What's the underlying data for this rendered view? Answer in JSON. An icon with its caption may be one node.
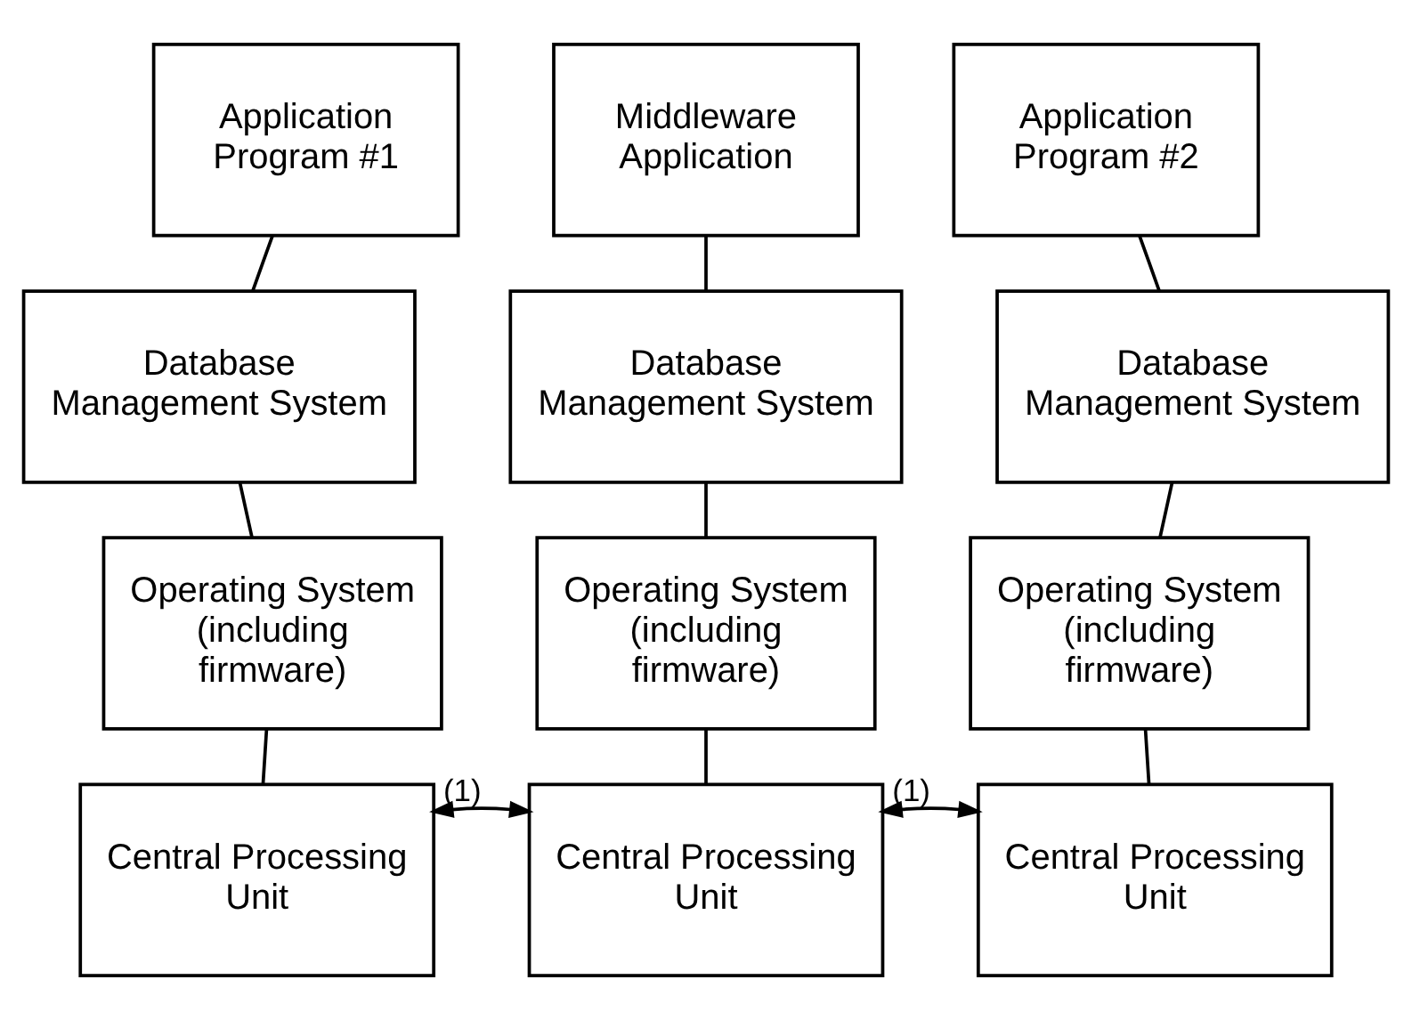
{
  "diagram": {
    "nodes": [
      {
        "text": [
          "Application Program #1"
        ]
      },
      {
        "text": [
          "Middleware Application"
        ]
      },
      {
        "text": [
          "Application Program #2"
        ]
      },
      {
        "text": [
          "Database Management System"
        ]
      },
      {
        "text": [
          "Database Management System"
        ]
      },
      {
        "text": [
          "Database Management System"
        ]
      },
      {
        "text": [
          "Operating System (including firmware)"
        ]
      },
      {
        "text": [
          "Operating System (including firmware)"
        ]
      },
      {
        "text": [
          "Operating System (including firmware)"
        ]
      },
      {
        "text": [
          "Central Processing Unit"
        ]
      },
      {
        "text": [
          "Central Processing Unit"
        ]
      },
      {
        "text": [
          "Central Processing Unit"
        ]
      }
    ],
    "edges": [
      {
        "from": 0,
        "to": 3,
        "arrow": "none"
      },
      {
        "from": 3,
        "to": 6,
        "arrow": "none"
      },
      {
        "from": 6,
        "to": 9,
        "arrow": "none"
      },
      {
        "from": 1,
        "to": 4,
        "arrow": "none"
      },
      {
        "from": 4,
        "to": 7,
        "arrow": "none"
      },
      {
        "from": 7,
        "to": 10,
        "arrow": "none"
      },
      {
        "from": 2,
        "to": 5,
        "arrow": "none"
      },
      {
        "from": 5,
        "to": 8,
        "arrow": "none"
      },
      {
        "from": 8,
        "to": 11,
        "arrow": "none"
      },
      {
        "from": 9,
        "to": 10,
        "arrow": "both",
        "label": "(1)"
      },
      {
        "from": 10,
        "to": 11,
        "arrow": "both",
        "label": "(1)"
      }
    ]
  }
}
